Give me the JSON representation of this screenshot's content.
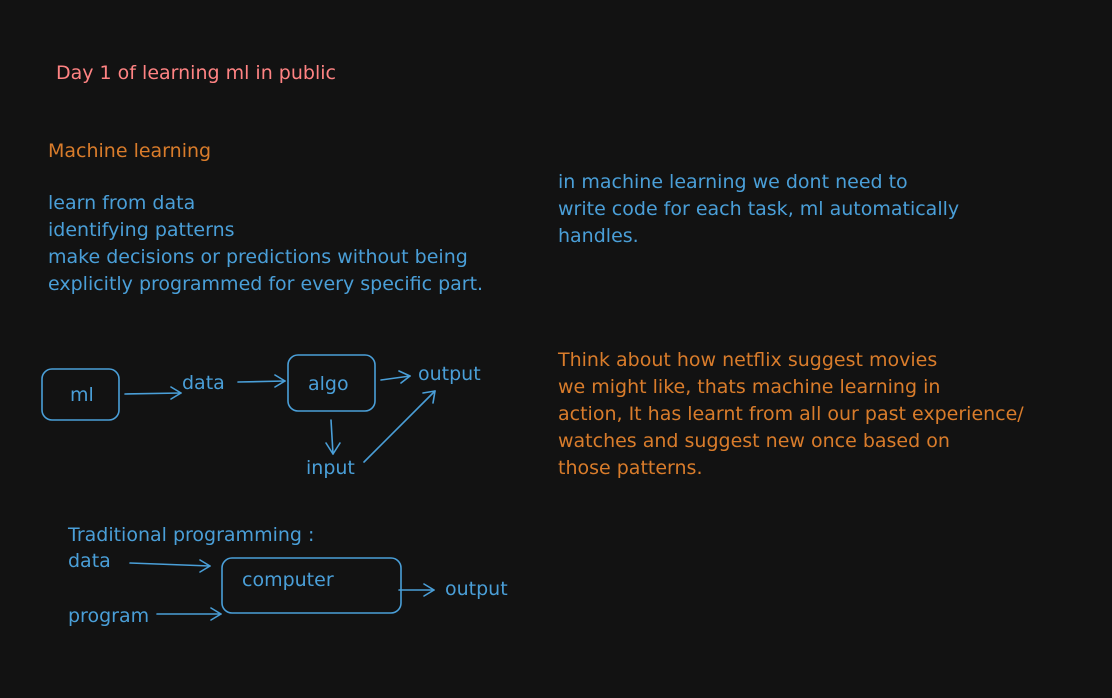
{
  "title": "Day 1 of learning ml in public",
  "machine_learning": {
    "heading": "Machine learning",
    "points": [
      "learn from data",
      "identifying patterns",
      "make decisions or predictions without being",
      "explicitly programmed for every specific part."
    ]
  },
  "notes": {
    "no_code_per_task": [
      "in machine learning we dont need to",
      "write code for each task, ml automatically",
      "handles."
    ],
    "netflix_example": [
      "Think about how netflix suggest movies",
      "we might like, thats machine learning in",
      "action, It has learnt from all our past experience/",
      "watches and suggest new once based on",
      "those patterns."
    ]
  },
  "ml_diagram": {
    "ml": "ml",
    "data": "data",
    "algo": "algo",
    "output": "output",
    "input": "input"
  },
  "traditional_programming": {
    "title": "Traditional programming :",
    "data": "data",
    "program": "program",
    "computer": "computer",
    "output": "output"
  },
  "colors": {
    "background": "#121212",
    "title": "#ff8383",
    "heading": "#d97c2b",
    "ink": "#4a9fd8"
  }
}
